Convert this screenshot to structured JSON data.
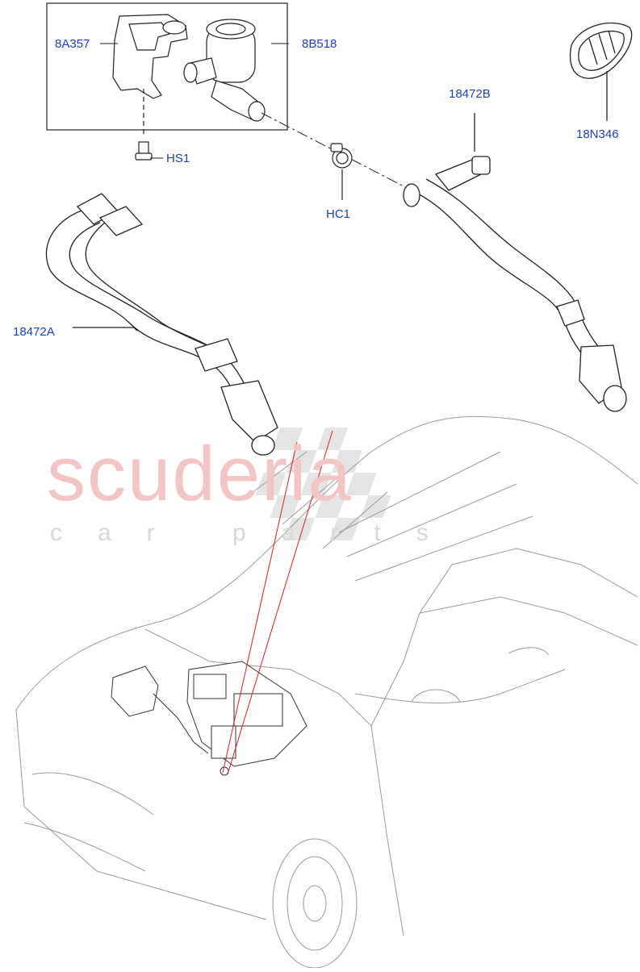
{
  "watermark": {
    "brand": "scuderia",
    "tagline": "car parts"
  },
  "callouts": {
    "bracket": "8A357",
    "pump": "8B518",
    "bolt": "HS1",
    "clip": "HC1",
    "hose_right": "18472B",
    "grommet": "18N346",
    "hose_left": "18472A"
  },
  "colors": {
    "callout_text": "#1f3fbf",
    "line_art": "#222222",
    "leader_red": "#e02020",
    "watermark_red": "#f3c6c6"
  }
}
